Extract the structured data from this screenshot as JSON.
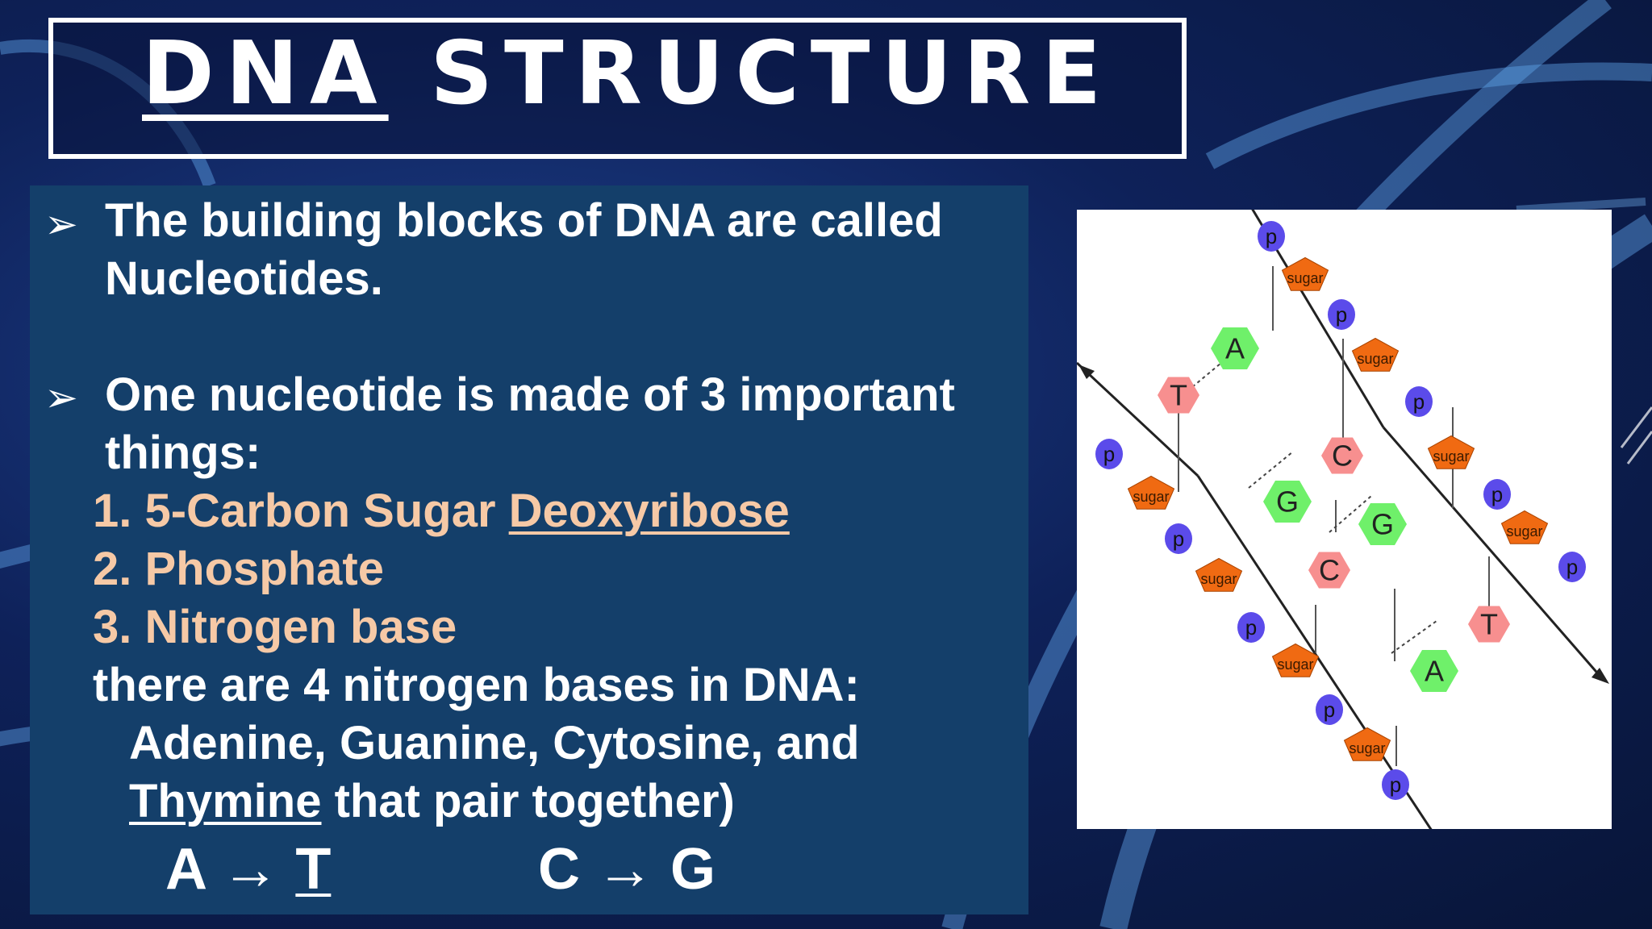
{
  "title": {
    "word1": "DNA",
    "word2": "STRUCTURE"
  },
  "bullets": [
    {
      "marker": "➢",
      "line1": "The building blocks of DNA are called",
      "line2": "Nucleotides."
    },
    {
      "marker": "➢",
      "line1": "One nucleotide is made of 3 important",
      "line2": "things:"
    }
  ],
  "components": [
    {
      "prefix": "1. 5-Carbon Sugar ",
      "link": "Deoxyribose"
    },
    {
      "prefix": "2. Phosphate"
    },
    {
      "prefix": "3. Nitrogen base"
    }
  ],
  "bases_text": {
    "line1": "there are 4 nitrogen bases in DNA:",
    "line2": "Adenine, Guanine, Cytosine, and",
    "line3_link": "Thymine",
    "line3_rest": " that pair together)"
  },
  "pairs": [
    {
      "left": "A",
      "arrow": "→",
      "right": "T"
    },
    {
      "left": "C",
      "arrow": "→",
      "right": "G"
    }
  ],
  "diagram_labels": {
    "phosphate": "p",
    "sugar": "sugar",
    "bases": [
      "A",
      "T",
      "C",
      "G",
      "G",
      "C",
      "T",
      "A"
    ]
  },
  "colors": {
    "panel": "#143f6a",
    "peach_text": "#f6c9a6",
    "phosphate": "#5b4bea",
    "sugar": "#f06a12",
    "base_green": "#6ff06a",
    "base_pink": "#f78f8f"
  }
}
